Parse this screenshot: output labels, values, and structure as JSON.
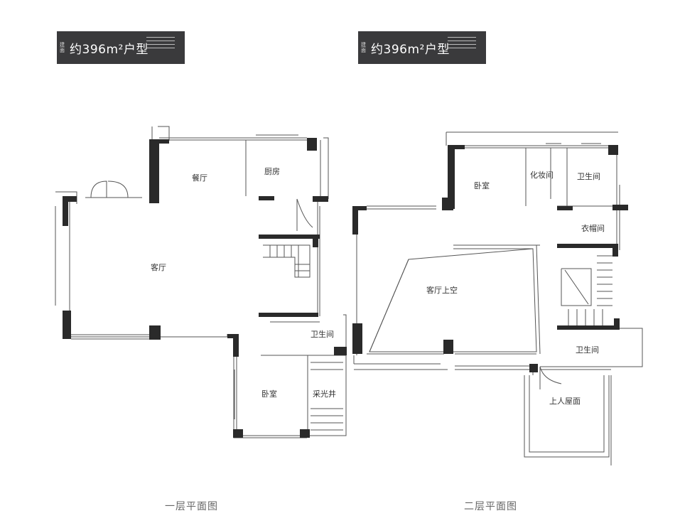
{
  "badges": {
    "left": {
      "prefix": "建面",
      "text": "约396m²户型"
    },
    "right": {
      "prefix": "建面",
      "text": "约396m²户型"
    }
  },
  "floor1": {
    "caption": "一层平面图",
    "rooms": {
      "dining": "餐厅",
      "kitchen": "厨房",
      "living": "客厅",
      "bath": "卫生间",
      "bedroom": "卧室",
      "lightwell": "采光井"
    }
  },
  "floor2": {
    "caption": "二层平面图",
    "rooms": {
      "bedroom": "卧室",
      "vanity": "化妆间",
      "bath_top": "卫生间",
      "cloakroom": "衣帽间",
      "void": "客厅上空",
      "bath_bottom": "卫生间",
      "roof": "上人屋面"
    }
  }
}
